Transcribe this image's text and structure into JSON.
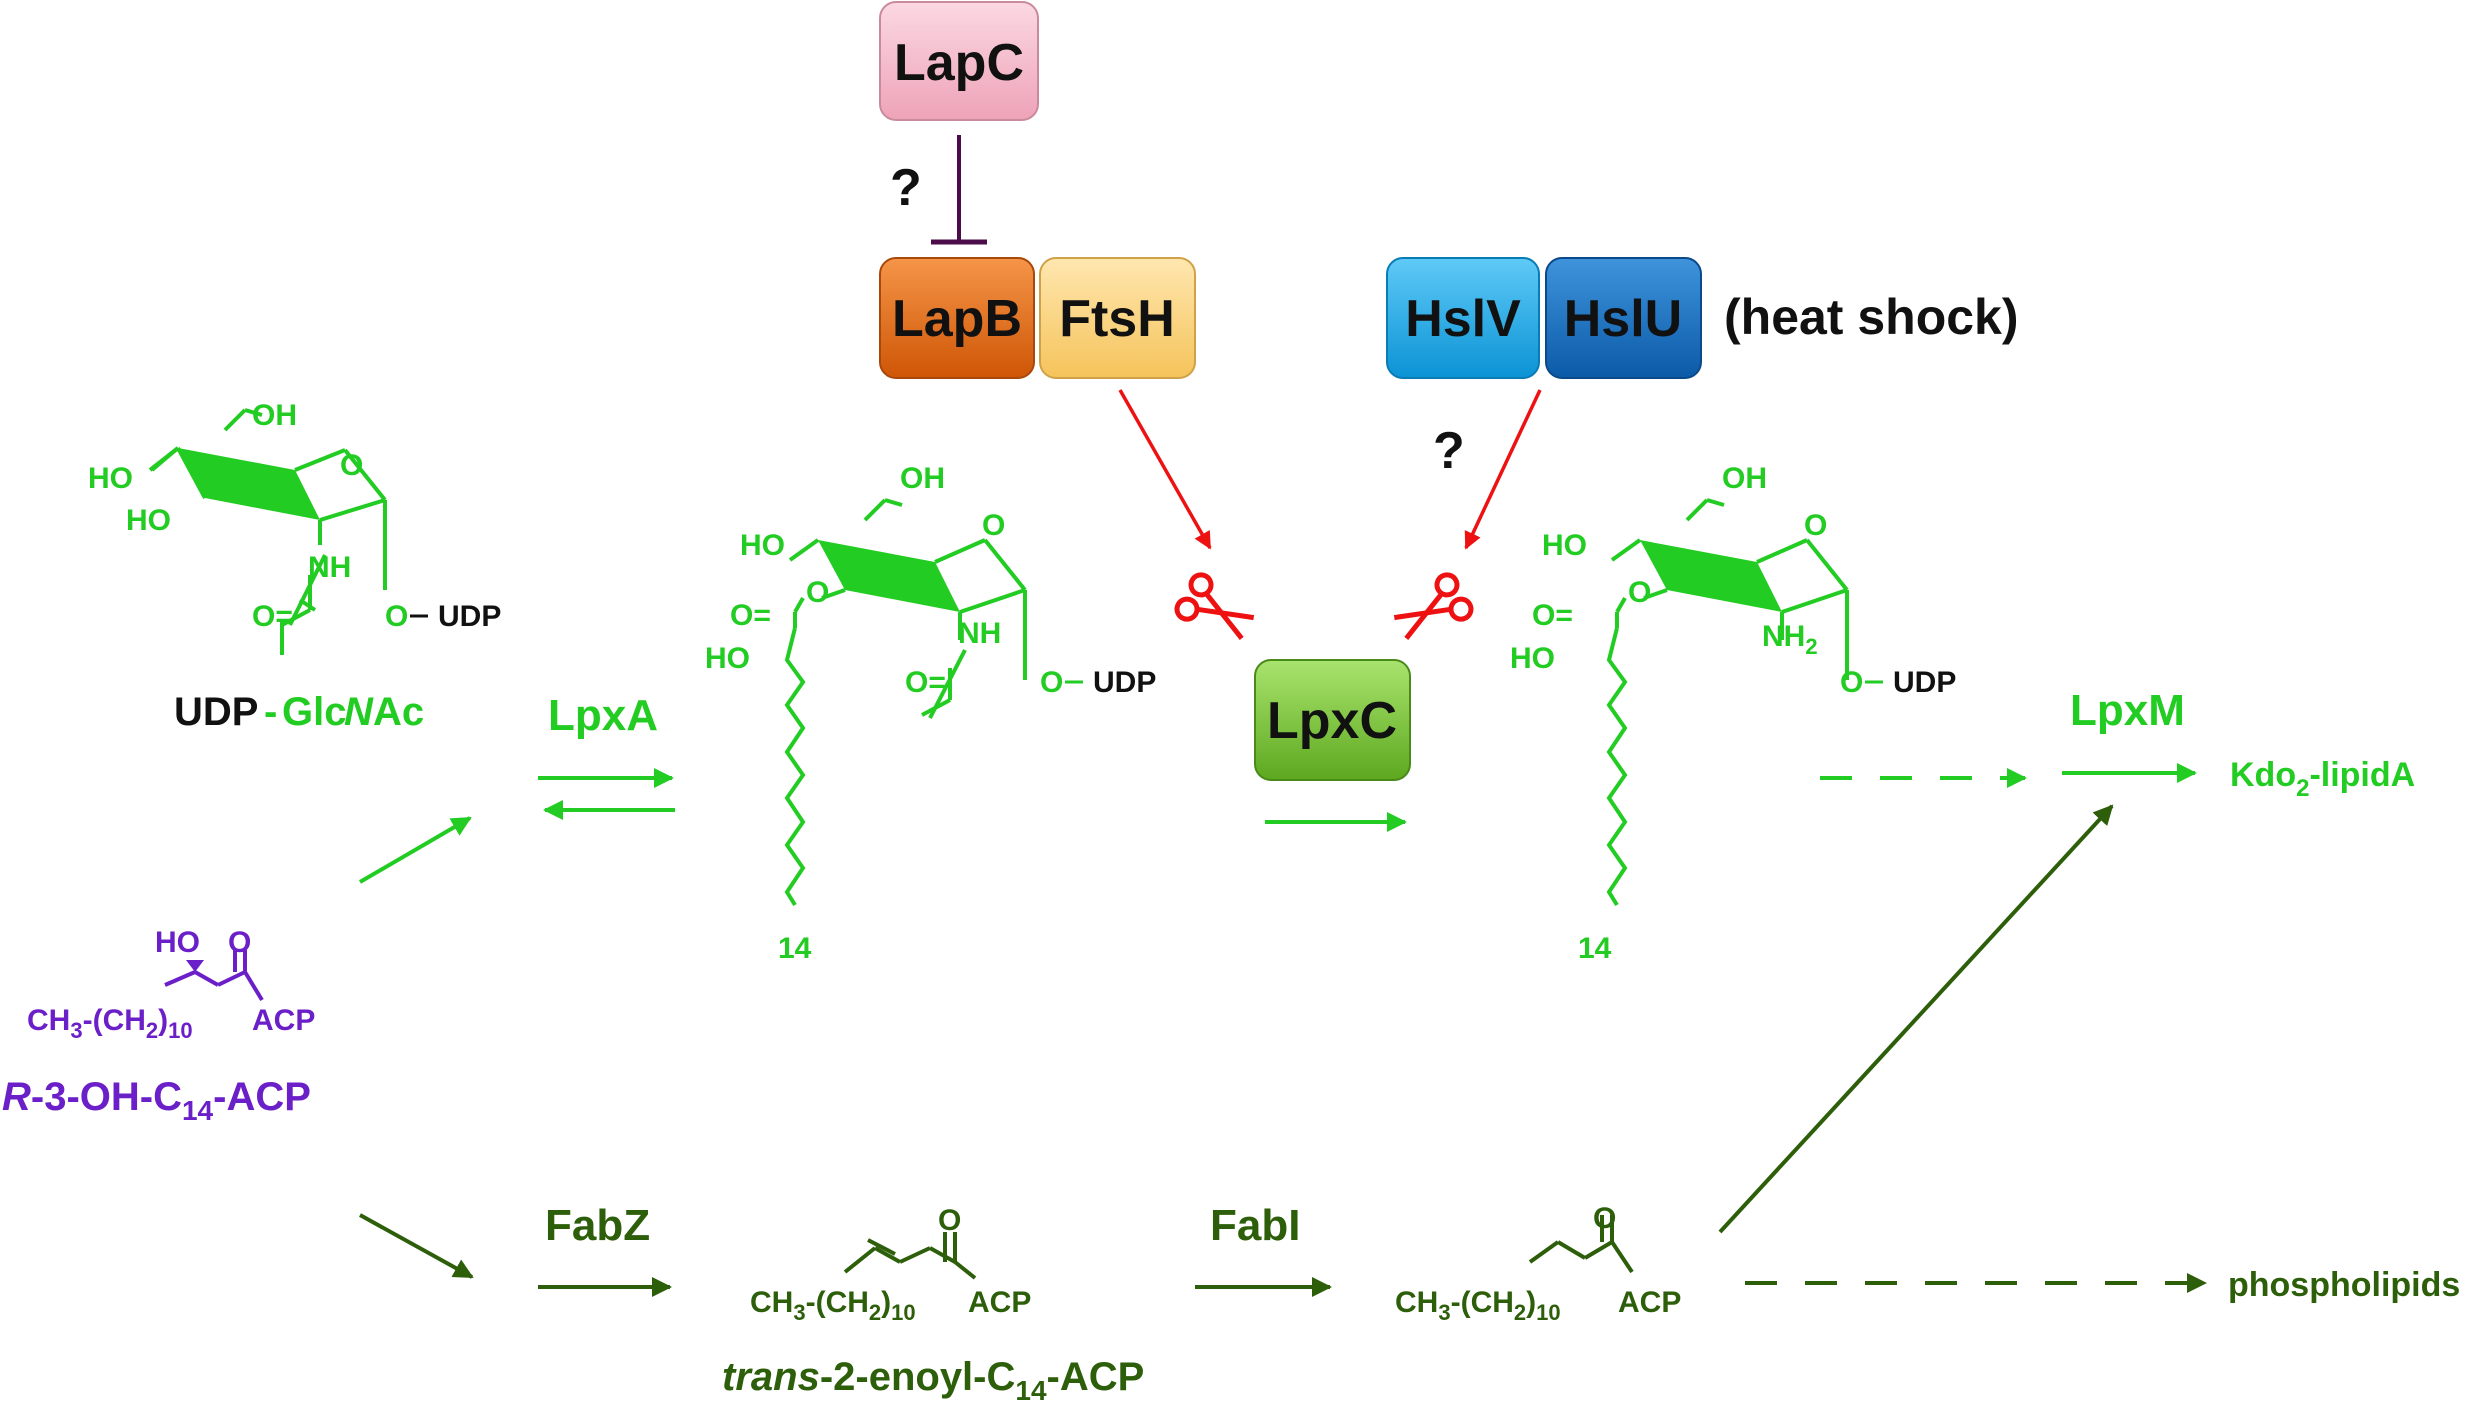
{
  "colors": {
    "green": "#22cc22",
    "dark_green": "#2d5e0a",
    "purple": "#6a1fc8",
    "red": "#ee1111",
    "black": "#111111",
    "inhibit": "#4a0d4a",
    "lapc": "#f5b7c8",
    "lapb": "#e76b18",
    "ftsh": "#fdd47e",
    "hslv": "#21b0ee",
    "hslu": "#1677c9",
    "lpxc": "#7fcc3a"
  },
  "proteins": {
    "lapc": "LapC",
    "lapb": "LapB",
    "ftsh": "FtsH",
    "hslv": "HslV",
    "hslu": "HslU",
    "heat_shock": "(heat shock)",
    "question_1": "?",
    "question_2": "?",
    "lpxc": "LpxC"
  },
  "enzymes": {
    "lpxa": "LpxA",
    "lpxm": "LpxM",
    "fabz": "FabZ",
    "fabi": "FabI"
  },
  "molecules": {
    "udp_glcnac": {
      "udp": "UDP",
      "dash": "-",
      "glc": "Glc",
      "n": "N",
      "ac": "Ac"
    },
    "r3oh": {
      "r": "R",
      "rest": "-3-OH-C",
      "sub": "14",
      "acp": "-ACP"
    },
    "trans_enoyl": {
      "trans": "trans",
      "rest": "-2-enoyl-C",
      "sub": "14",
      "acp": "-ACP"
    },
    "kdo2": {
      "kdo": "Kdo",
      "sub": "2",
      "rest": "-lipidA"
    },
    "phospholipids": "phospholipids",
    "atoms": {
      "oh": "OH",
      "ho": "HO",
      "o": "O",
      "nh": "NH",
      "nh2_n": "NH",
      "nh2_sub": "2",
      "oeq": "O=",
      "o_dash": "O",
      "udp": "UDP",
      "chain_end": "14",
      "ch3": "CH",
      "ch3_sub": "3",
      "ch2": "-(CH",
      "ch2_sub": "2",
      "ch2_close": ")",
      "ch2_n": "10",
      "acp": "ACP"
    }
  }
}
